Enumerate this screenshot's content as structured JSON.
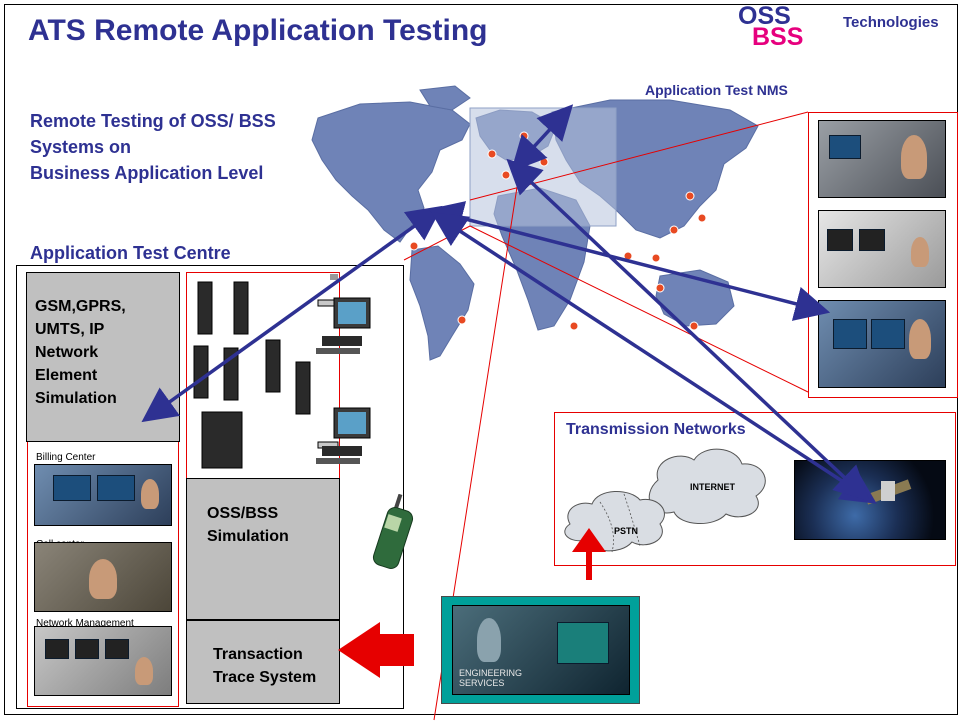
{
  "title": "ATS Remote Application Testing",
  "logo": {
    "oss": "OSS",
    "bss": "BSS",
    "technologies": "Technologies"
  },
  "subtitle": [
    "Remote Testing of OSS/ BSS",
    "Systems on",
    "Business Application Level"
  ],
  "labels": {
    "application_test_nms": "Application Test NMS",
    "application_test_centre": "Application Test Centre",
    "transmission_networks": "Transmission Networks"
  },
  "simulation": {
    "network_element": [
      "GSM,GPRS,",
      "UMTS, IP",
      "Network",
      "Element",
      "Simulation"
    ],
    "oss_bss": [
      "OSS/BSS",
      "Simulation"
    ],
    "transaction_trace": [
      "Transaction",
      "Trace System"
    ]
  },
  "stations": {
    "billing_center": "Billing Center",
    "call_center": "Call center",
    "network_management": "Network Management"
  },
  "clouds": {
    "internet": "INTERNET",
    "pstn": "PSTN"
  },
  "engineering": [
    "ENGINEERING",
    "SERVICES"
  ],
  "colors": {
    "title_blue": "#2e3192",
    "bss_pink": "#e6007e",
    "arrow_red": "#e60000",
    "arrow_blue": "#2e3192",
    "box_gray": "#c0c0c0",
    "engineering_teal": "#00a09a",
    "map_blue": "#6f83b7"
  }
}
